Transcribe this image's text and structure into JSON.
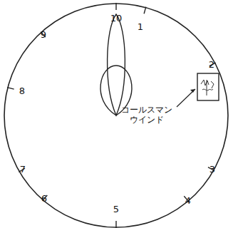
{
  "diagram": {
    "labels": [
      "10",
      "1",
      "2",
      "3",
      "4",
      "5",
      "6",
      "7",
      "8",
      "9",
      "コールスマン ウインド"
    ]
  }
}
